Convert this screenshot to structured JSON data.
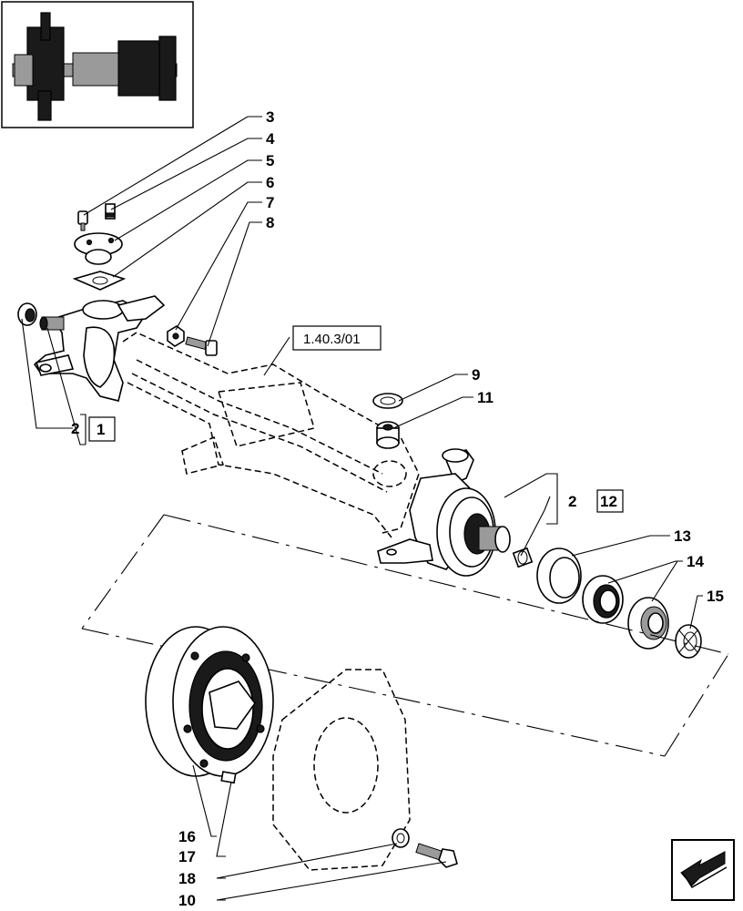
{
  "callouts": {
    "c3": "3",
    "c4": "4",
    "c5": "5",
    "c6": "6",
    "c7": "7",
    "c8": "8",
    "c2a": "2",
    "c1": "1",
    "c9": "9",
    "c11": "11",
    "c2b": "2",
    "c12": "12",
    "c13": "13",
    "c14": "14",
    "c15": "15",
    "c16": "16",
    "c17": "17",
    "c18": "18",
    "c10": "10"
  },
  "reference_box": "1.40.3/01",
  "navigation_icon": "arrow-back-icon"
}
